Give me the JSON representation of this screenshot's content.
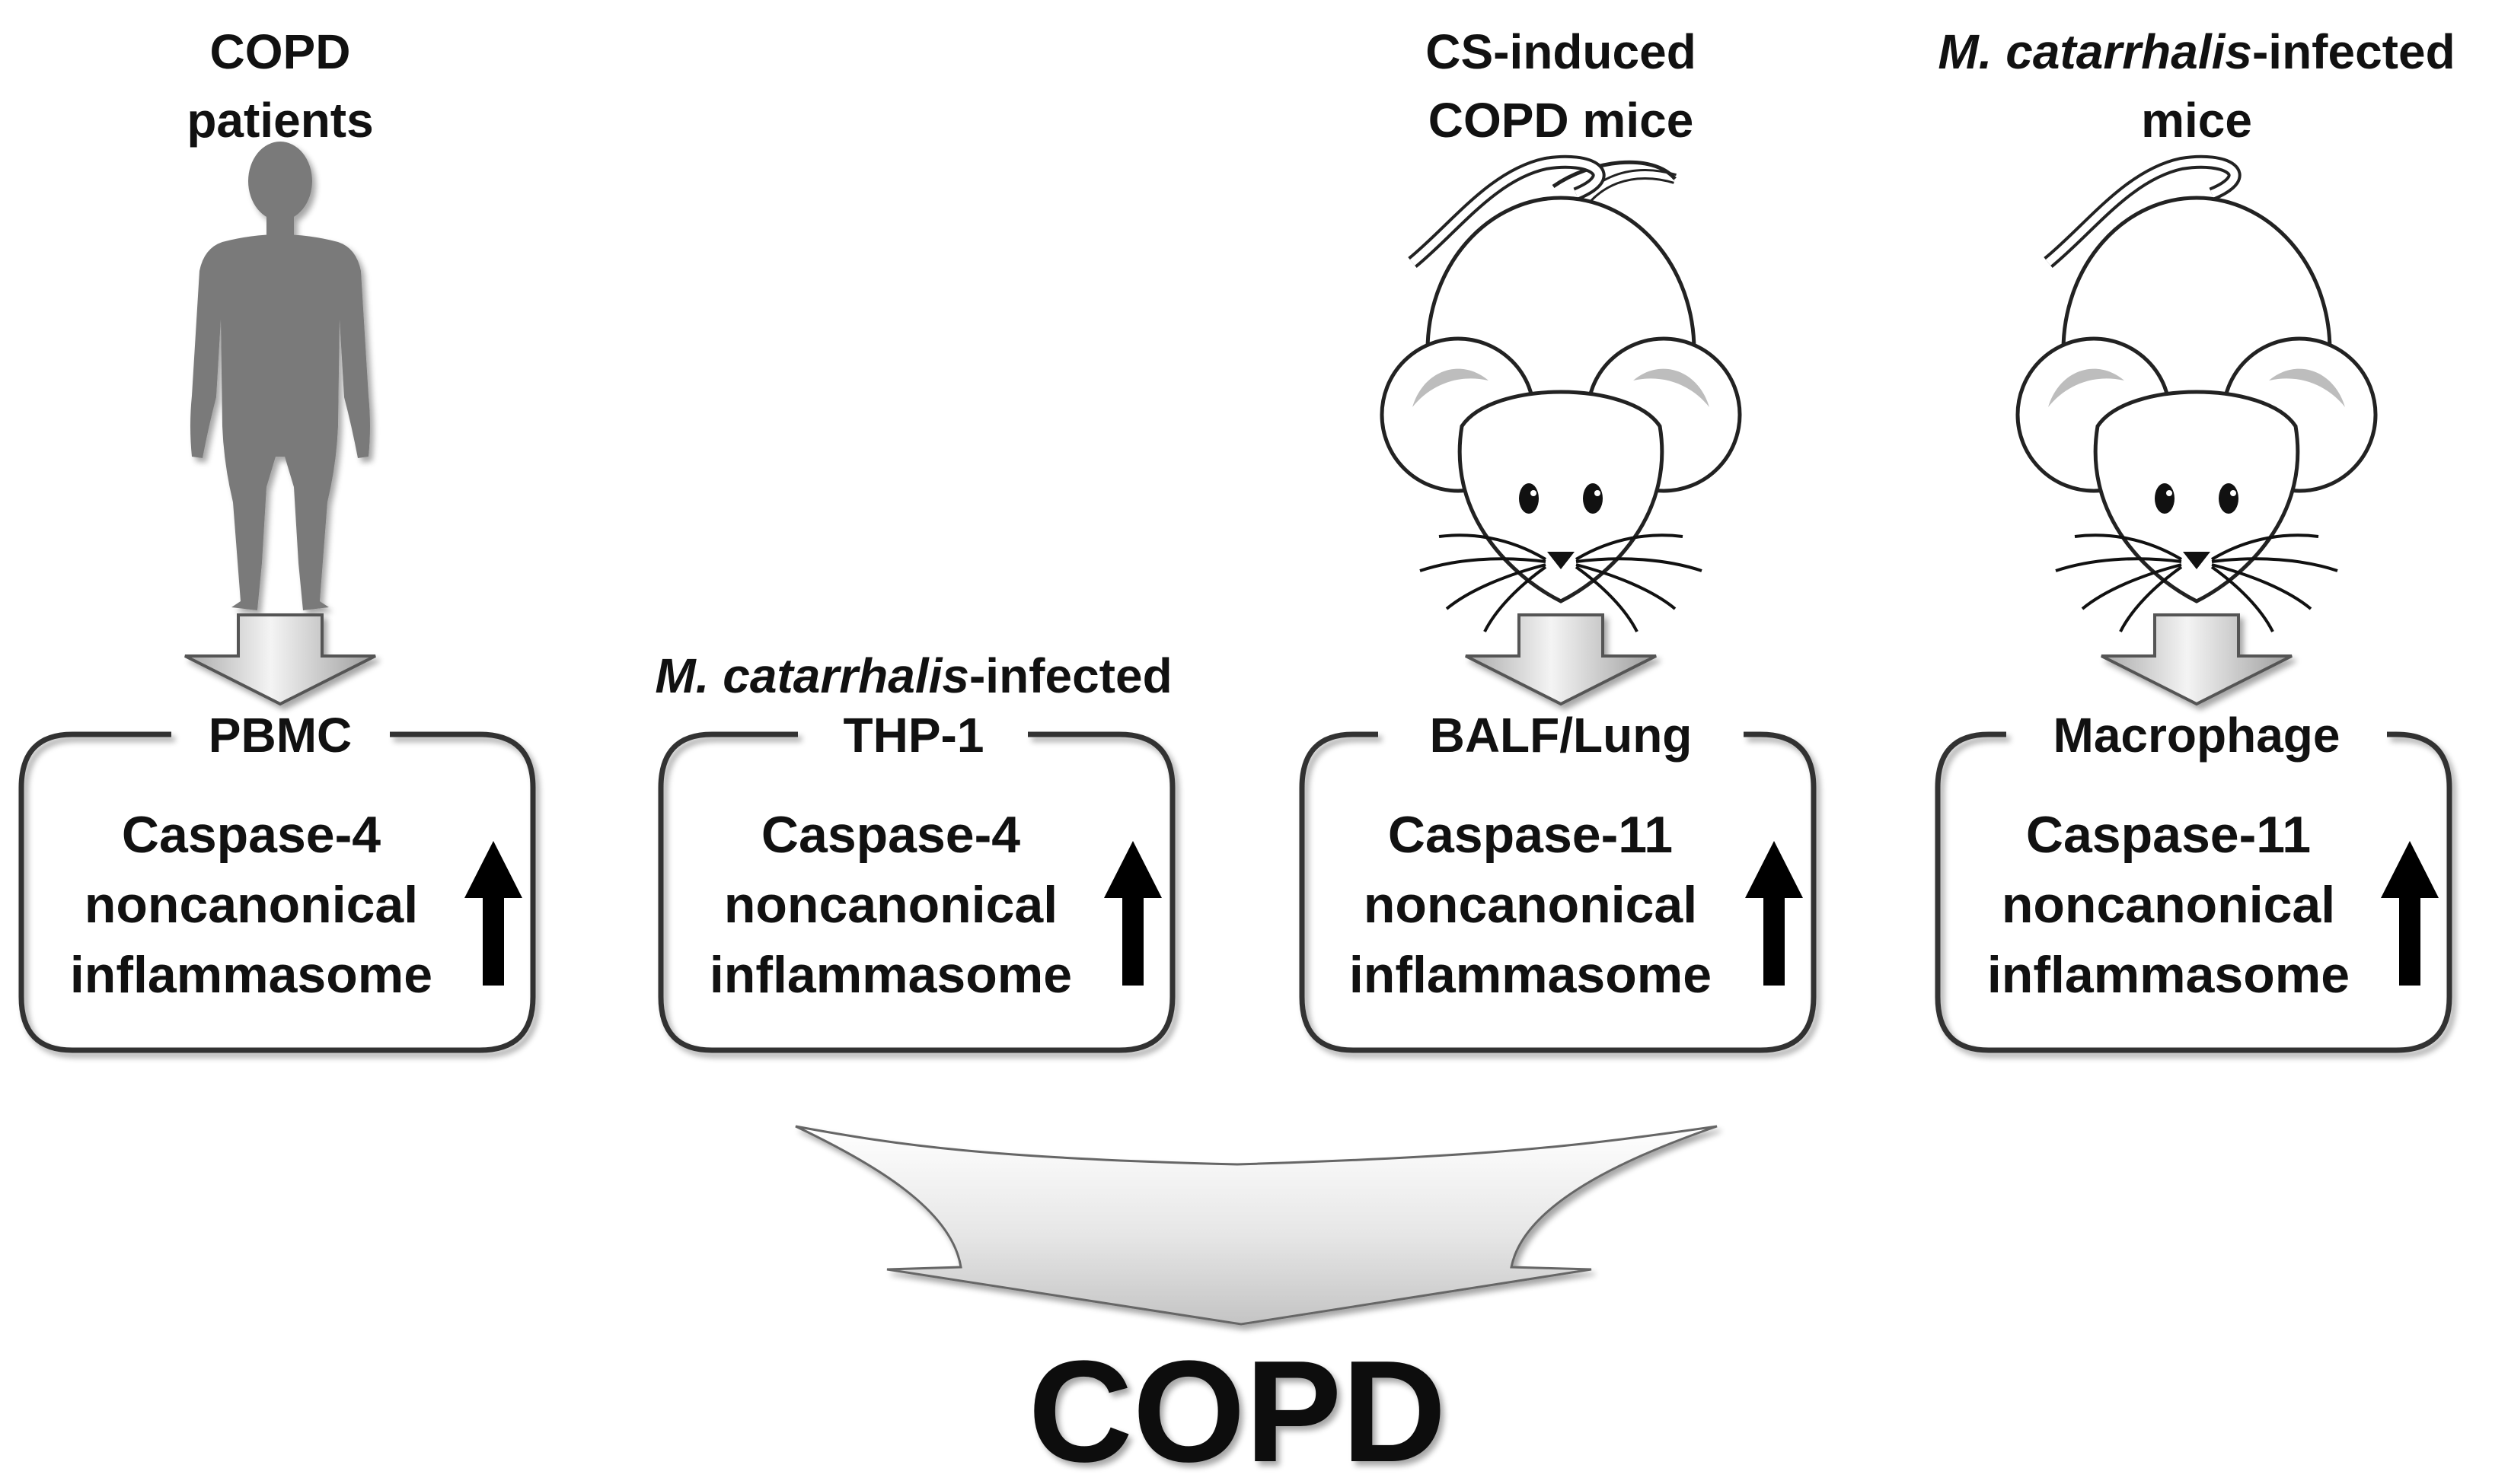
{
  "columns": [
    {
      "header": [
        {
          "text": "COPD",
          "italic": ""
        },
        {
          "text": "patients",
          "italic": ""
        }
      ],
      "figure": "human-silhouette-icon",
      "box_label": "PBMC",
      "box_lines": [
        "Caspase-4",
        "noncanonical",
        "inflammasome"
      ]
    },
    {
      "header": [
        {
          "text": "-infected",
          "italic": "M. catarrhalis"
        }
      ],
      "figure": "",
      "box_label": "THP-1",
      "box_lines": [
        "Caspase-4",
        "noncanonical",
        "inflammasome"
      ]
    },
    {
      "header": [
        {
          "text": "CS-induced",
          "italic": ""
        },
        {
          "text": "COPD mice",
          "italic": ""
        }
      ],
      "figure": "mouse-icon",
      "box_label": "BALF/Lung",
      "box_lines": [
        "Caspase-11",
        "noncanonical",
        "inflammasome"
      ]
    },
    {
      "header": [
        {
          "text": "-infected",
          "italic": "M. catarrhalis"
        },
        {
          "text": "mice",
          "italic": ""
        }
      ],
      "figure": "mouse-icon",
      "box_label": "Macrophage",
      "box_lines": [
        "Caspase-11",
        "noncanonical",
        "inflammasome"
      ]
    }
  ],
  "result": "COPD",
  "colors": {
    "silhouette": "#7a7a7a",
    "box_stroke": "#333333",
    "arrow_fill_light": "#f2f2f2",
    "arrow_fill_dark": "#b4b4b4",
    "up_arrow": "#000000",
    "mouse_ear_inner": "#bdbdbd"
  }
}
